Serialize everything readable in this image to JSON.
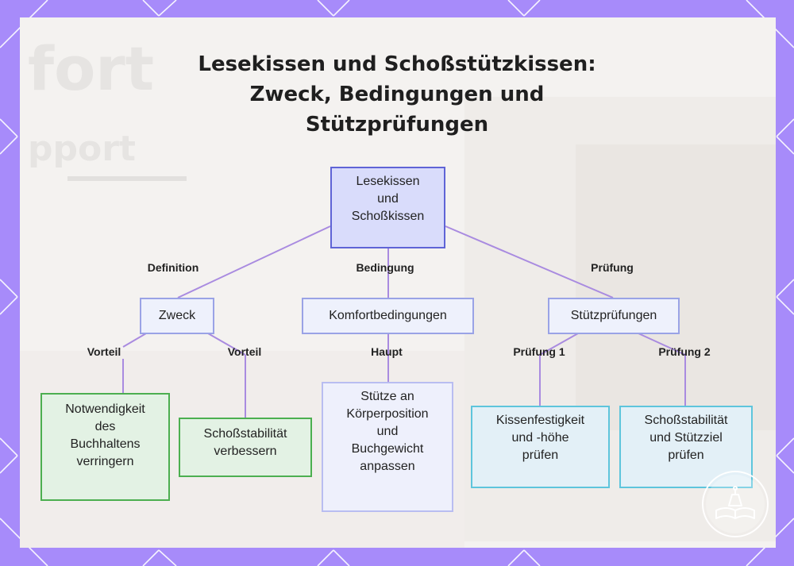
{
  "title": {
    "line1": "Lesekissen und Schoßstützkissen:",
    "line2": "Zweck, Bedingungen und",
    "line3": "Stützprüfungen"
  },
  "background_text": {
    "word1": "fort",
    "word2": "pport"
  },
  "nodes": {
    "root": {
      "line1": "Lesekissen",
      "line2": "und",
      "line3": "Schoßkissen"
    },
    "zweck": {
      "text": "Zweck"
    },
    "komfort": {
      "text": "Komfortbedingungen"
    },
    "stuetz": {
      "text": "Stützprüfungen"
    },
    "notwendigkeit": {
      "line1": "Notwendigkeit",
      "line2": "des",
      "line3": "Buchhaltens",
      "line4": "verringern"
    },
    "schossstabilitaet": {
      "line1": "Schoßstabilität",
      "line2": "verbessern"
    },
    "stuetze": {
      "line1": "Stütze an",
      "line2": "Körperposition",
      "line3": "und",
      "line4": "Buchgewicht",
      "line5": "anpassen"
    },
    "kissenfestigkeit": {
      "line1": "Kissenfestigkeit",
      "line2": "und -höhe",
      "line3": "prüfen"
    },
    "stuetzziel": {
      "line1": "Schoßstabilität",
      "line2": "und Stützziel",
      "line3": "prüfen"
    }
  },
  "edge_labels": {
    "definition": "Definition",
    "bedingung": "Bedingung",
    "pruefung": "Prüfung",
    "vorteil1": "Vorteil",
    "vorteil2": "Vorteil",
    "haupt": "Haupt",
    "pruefung1": "Prüfung 1",
    "pruefung2": "Prüfung 2"
  },
  "colors": {
    "frame": "#a78bfa",
    "edge": "#a98be0",
    "root_fill": "#d9dcfb",
    "root_border": "#5f64d6",
    "green_border": "#4caf50",
    "cyan_border": "#5ec5dc"
  },
  "icons": {
    "logo": "book-logo-icon"
  }
}
